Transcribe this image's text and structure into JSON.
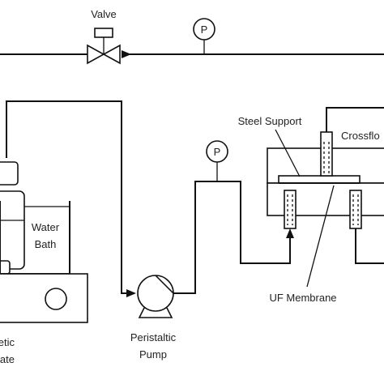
{
  "labels": {
    "valve": "Valve",
    "pressure_top": "P",
    "pressure_mid": "P",
    "water_bath_1": "Water",
    "water_bath_2": "Bath",
    "hot_plate_1": "netic",
    "hot_plate_2": "Plate",
    "pump_1": "Peristaltic",
    "pump_2": "Pump",
    "steel_support": "Steel Support",
    "crossflow": "Crossflo",
    "uf_membrane": "UF Membrane"
  },
  "colors": {
    "line": "#111111",
    "text": "#222222",
    "background": "#ffffff"
  }
}
